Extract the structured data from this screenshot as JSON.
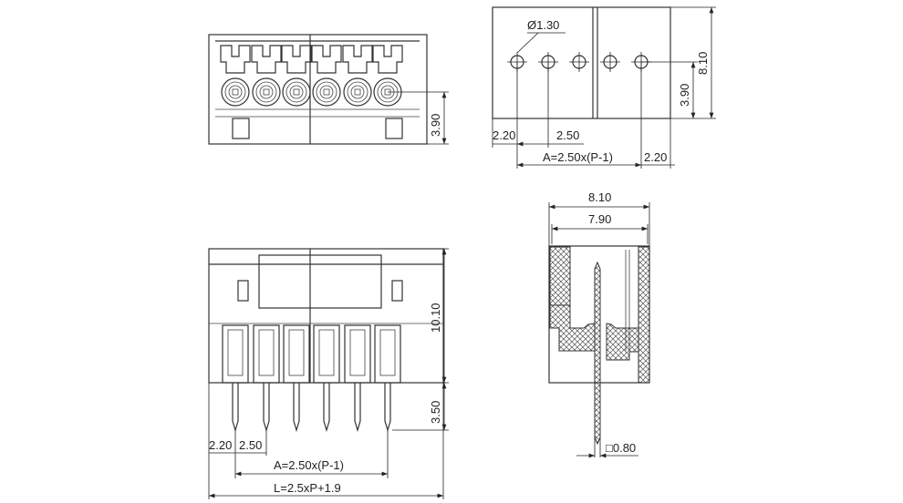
{
  "front_view": {
    "dim_height": "3.90"
  },
  "top_view": {
    "hole_dia": "Ø1.30",
    "dim_total": "8.10",
    "dim_hole": "3.90",
    "dim_left": "2.20",
    "dim_pitch": "2.50",
    "dim_span": "A=2.50x(P-1)",
    "dim_right": "2.20"
  },
  "side_view": {
    "dim_height": "10.10",
    "dim_pin": "3.50",
    "dim_left": "2.20",
    "dim_pitch": "2.50",
    "dim_span": "A=2.50x(P-1)",
    "dim_length": "L=2.5xP+1.9"
  },
  "section_view": {
    "dim_outer": "8.10",
    "dim_inner": "7.90",
    "dim_pin": "□0.80"
  },
  "colors": {
    "line": "#333333",
    "hatch": "#555555"
  }
}
